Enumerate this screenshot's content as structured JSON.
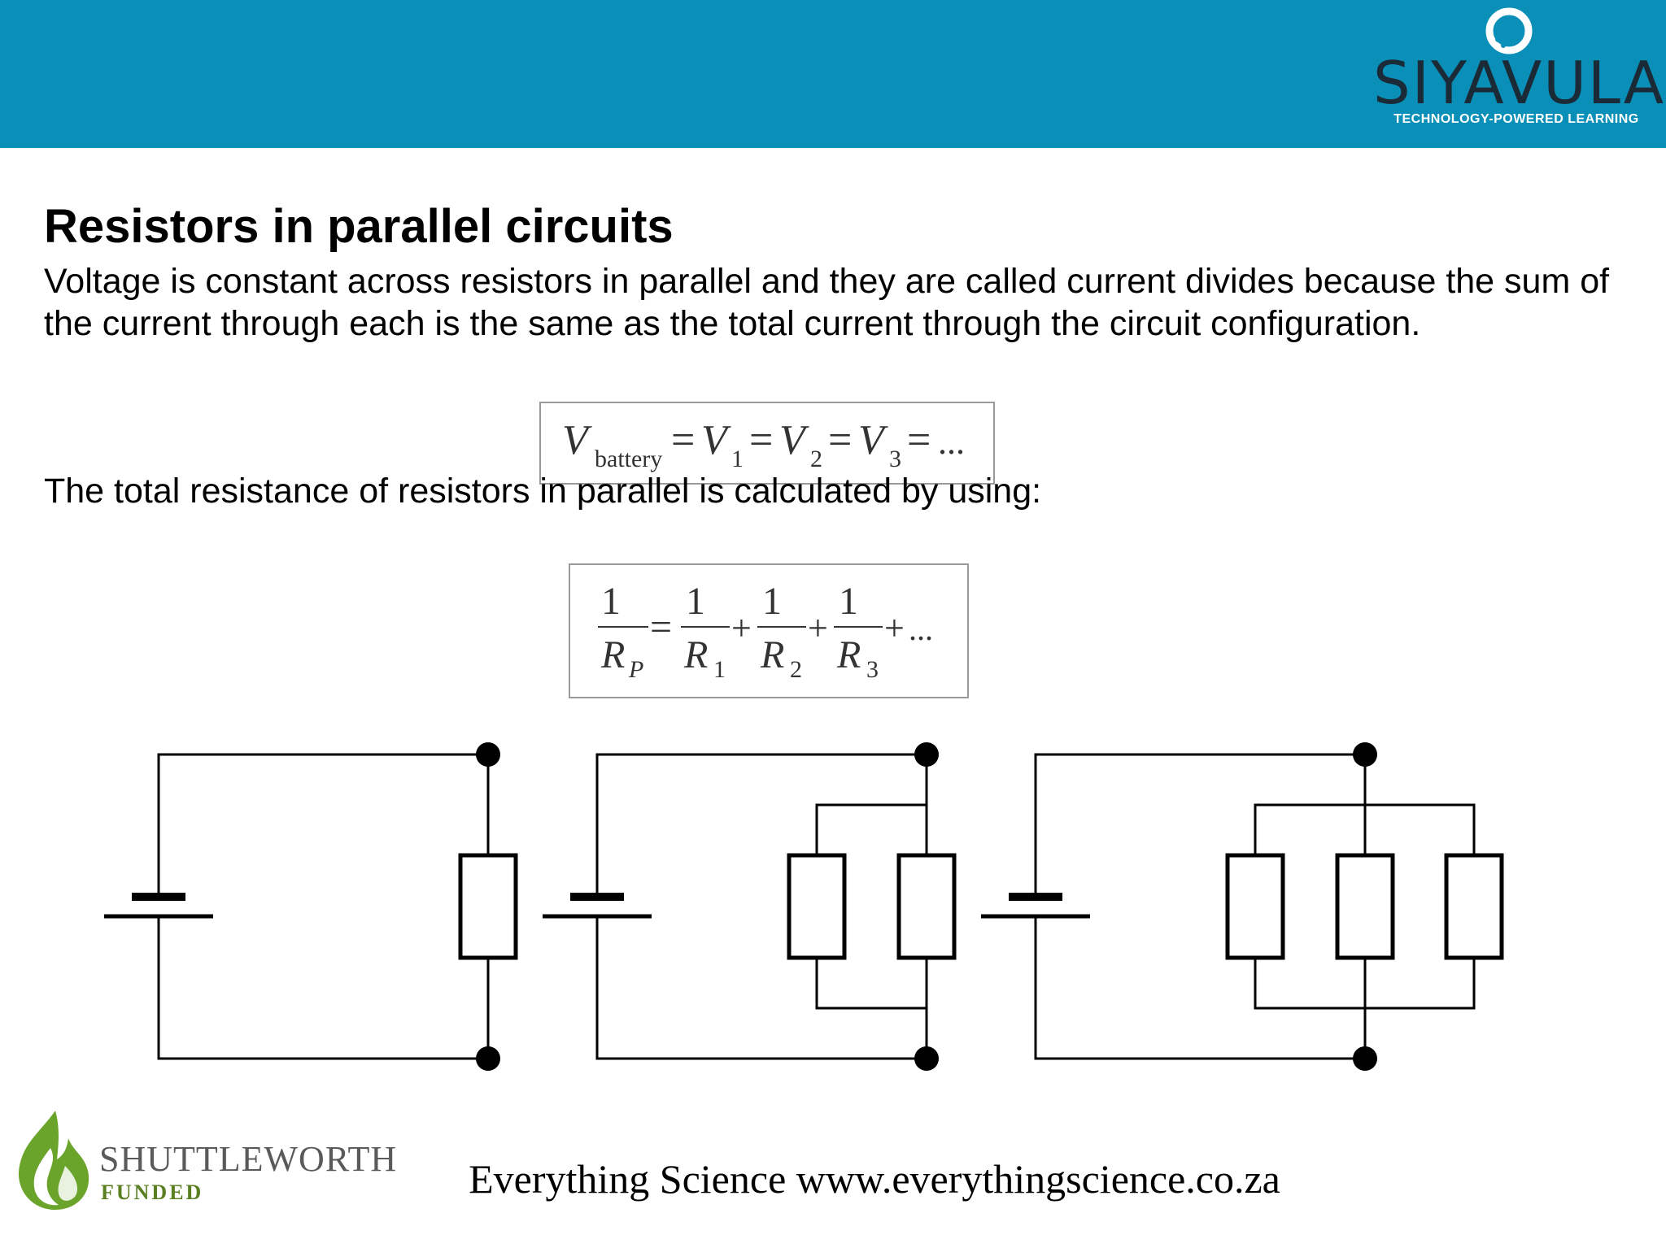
{
  "header": {
    "logo": {
      "name": "SIYAVULA",
      "tagline": "TECHNOLOGY-POWERED LEARNING",
      "icon": "siyavula-ring-icon"
    },
    "colors": {
      "bar": "#0a8fb8",
      "logo_text": "#1a2a36"
    }
  },
  "slide": {
    "title": "Resistors in parallel circuits",
    "paragraph1": "Voltage is constant across resistors in parallel and they are called current divides because the sum of the current through each is the same as the total current through the circuit configuration.",
    "paragraph2": "The total resistance of resistors in parallel is calculated by using:"
  },
  "formula_voltage": {
    "V": "V",
    "battery": "battery",
    "eq": "=",
    "sub1": "1",
    "sub2": "2",
    "sub3": "3",
    "ellipsis": "..."
  },
  "formula_resistance": {
    "one": "1",
    "R": "R",
    "P": "P",
    "sub1": "1",
    "sub2": "2",
    "sub3": "3",
    "eq": "=",
    "plus": "+",
    "ellipsis": "..."
  },
  "circuits": [
    {
      "name": "circuit-one-resistor",
      "resistors": 1
    },
    {
      "name": "circuit-two-resistors",
      "resistors": 2
    },
    {
      "name": "circuit-three-resistors",
      "resistors": 3
    }
  ],
  "footer": {
    "funder_name": "SHUTTLEWORTH",
    "funder_sub": "FUNDED",
    "funder_icon": "flame-icon",
    "site_text": "Everything Science www.everythingscience.co.za"
  }
}
